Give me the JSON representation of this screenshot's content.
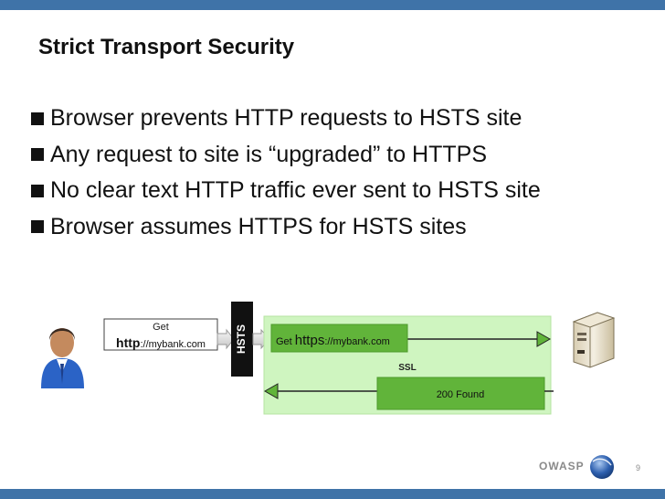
{
  "slide": {
    "title": "Strict Transport Security",
    "page_number": "9",
    "footer_brand": "OWASP"
  },
  "bullets": [
    {
      "text": "Browser prevents HTTP requests to HSTS site"
    },
    {
      "text": "Any request to site is “upgraded” to HTTPS"
    },
    {
      "text": "No clear text HTTP traffic ever sent to HSTS site"
    },
    {
      "text": "Browser assumes HTTPS for HSTS sites"
    }
  ],
  "diagram": {
    "request": {
      "get": "Get",
      "scheme": "http",
      "rest": "://mybank.com"
    },
    "hsts_label": "HSTS",
    "secure_request": {
      "get": "Get ",
      "scheme": "https",
      "rest": "://mybank.com"
    },
    "ssl_label": "SSL",
    "response_label": "200 Found",
    "icons": [
      "user-icon",
      "server-icon",
      "owasp-logo-icon"
    ],
    "colors": {
      "tunnel_fill": "#cff5c0",
      "box_fill": "#61b43a",
      "accent_bar": "#3f73a8"
    }
  }
}
